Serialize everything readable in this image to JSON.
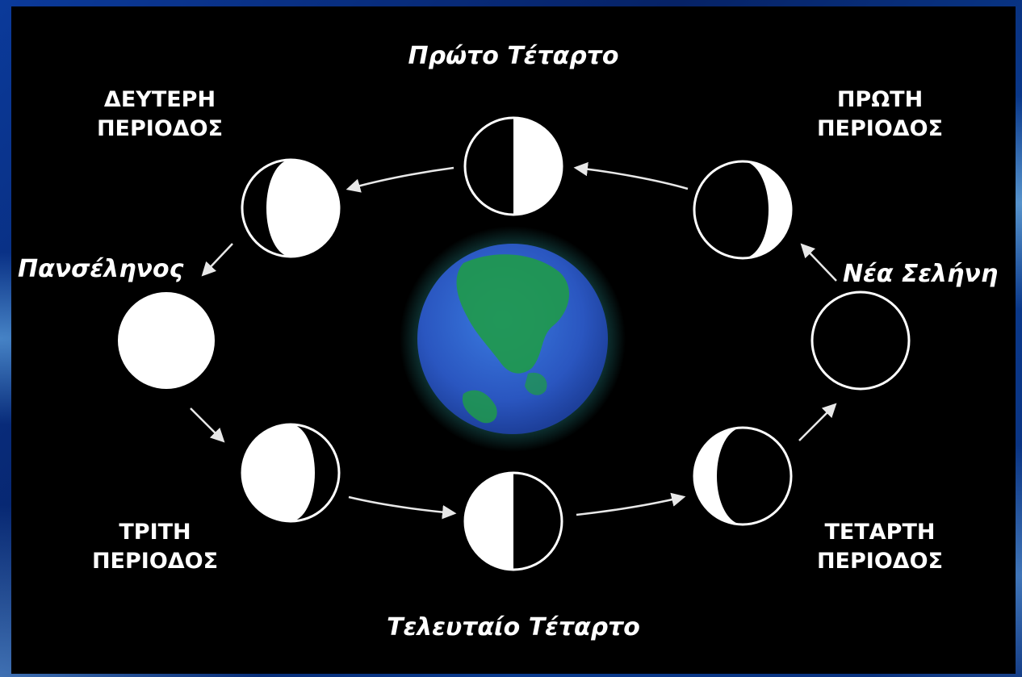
{
  "labels": {
    "first_quarter": "Πρώτο Τέταρτο",
    "last_quarter": "Τελευταίο Τέταρτο",
    "full_moon": "Πανσέληνος",
    "new_moon": "Νέα Σελήνη",
    "first_period": [
      "ΠΡΩΤΗ",
      "ΠΕΡΙΟΔΟΣ"
    ],
    "second_period": [
      "ΔΕΥΤΕΡΗ",
      "ΠΕΡΙΟΔΟΣ"
    ],
    "third_period": [
      "ΤΡΙΤΗ",
      "ΠΕΡΙΟΔΟΣ"
    ],
    "fourth_period": [
      "ΤΕΤΑΡΤΗ",
      "ΠΕΡΙΟΔΟΣ"
    ]
  },
  "colors": {
    "background": "#000000",
    "moon_lit": "#ffffff",
    "moon_dark": "#000000",
    "arrow": "#e8e8e8",
    "earth_ocean": "#2f62c8",
    "earth_land": "#1f9a4a"
  },
  "icons": [
    "earth-icon",
    "moon-phase-icon",
    "arrow-icon"
  ]
}
